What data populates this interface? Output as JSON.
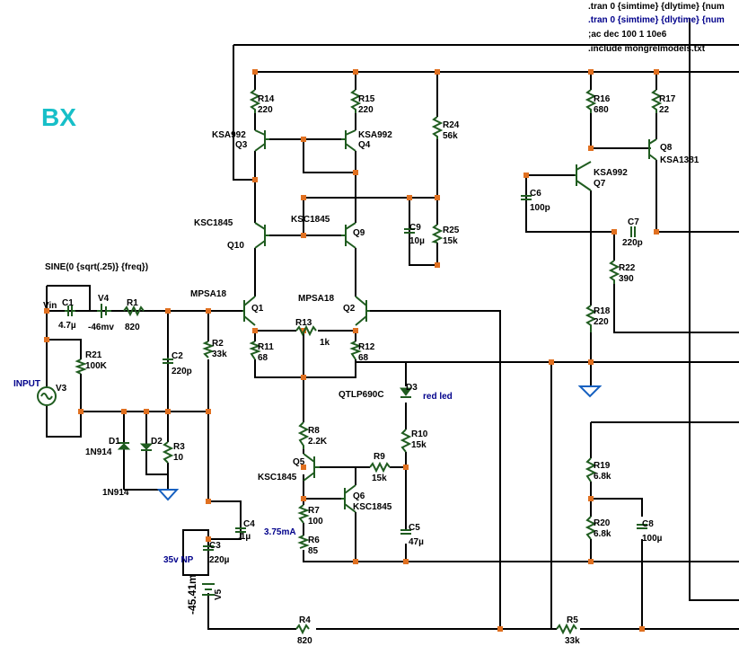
{
  "directives": [
    {
      "text": ".tran 0 {simtime} {dlytime} {num",
      "color": "#000000"
    },
    {
      "text": ".tran 0 {simtime} {dlytime} {num",
      "color": "#00008b"
    },
    {
      "text": ";ac dec 100 1 10e6",
      "color": "#000000"
    },
    {
      "text": ".include mongrelmodels.txt",
      "color": "#000000"
    }
  ],
  "title": "BX",
  "source_spec": "SINE(0 {sqrt(.25)} {freq})",
  "net_labels": {
    "vin": "Vin",
    "input": "INPUT"
  },
  "annotations": {
    "current": "3.75mA",
    "cap_note": "35v NP",
    "led_note": "red led"
  },
  "components": {
    "R14": {
      "name": "R14",
      "value": "220"
    },
    "R15": {
      "name": "R15",
      "value": "220"
    },
    "R16": {
      "name": "R16",
      "value": "680"
    },
    "R17": {
      "name": "R17",
      "value": "22"
    },
    "R24": {
      "name": "R24",
      "value": "56k"
    },
    "R25": {
      "name": "R25",
      "value": "15k"
    },
    "R22": {
      "name": "R22",
      "value": "390"
    },
    "R18": {
      "name": "R18",
      "value": "220"
    },
    "R1": {
      "name": "R1",
      "value": "820"
    },
    "R21": {
      "name": "R21",
      "value": "100K"
    },
    "R2": {
      "name": "R2",
      "value": "33k"
    },
    "R3": {
      "name": "R3",
      "value": "10"
    },
    "R11": {
      "name": "R11",
      "value": "68"
    },
    "R12": {
      "name": "R12",
      "value": "68"
    },
    "R13": {
      "name": "R13",
      "value": "1k"
    },
    "R8": {
      "name": "R8",
      "value": "2.2K"
    },
    "R9": {
      "name": "R9",
      "value": "15k"
    },
    "R10": {
      "name": "R10",
      "value": "15k"
    },
    "R7": {
      "name": "R7",
      "value": "100"
    },
    "R6": {
      "name": "R6",
      "value": "85"
    },
    "R19": {
      "name": "R19",
      "value": "6.8k"
    },
    "R20": {
      "name": "R20",
      "value": "6.8k"
    },
    "R4": {
      "name": "R4",
      "value": "820"
    },
    "R5": {
      "name": "R5",
      "value": "33k"
    },
    "C1": {
      "name": "C1",
      "value": "4.7µ"
    },
    "C2": {
      "name": "C2",
      "value": "220p"
    },
    "C3": {
      "name": "C3",
      "value": "220µ"
    },
    "C4": {
      "name": "C4",
      "value": ".1µ"
    },
    "C5": {
      "name": "C5",
      "value": "47µ"
    },
    "C6": {
      "name": "C6",
      "value": "100p"
    },
    "C7": {
      "name": "C7",
      "value": "220p"
    },
    "C8": {
      "name": "C8",
      "value": "100µ"
    },
    "C9": {
      "name": "C9",
      "value": "10µ"
    },
    "V3": {
      "name": "V3"
    },
    "V4": {
      "name": "V4",
      "value": "-46mv"
    },
    "V5": {
      "name": "V5",
      "value": "-45.41m"
    },
    "D1": {
      "name": "D1",
      "value": "1N914"
    },
    "D2": {
      "name": "D2",
      "value": "1N914"
    },
    "D3": {
      "name": "D3",
      "value": "QTLP690C"
    },
    "Q1": {
      "name": "Q1",
      "model": "MPSA18"
    },
    "Q2": {
      "name": "Q2",
      "model": "MPSA18"
    },
    "Q3": {
      "name": "Q3",
      "model": "KSA992"
    },
    "Q4": {
      "name": "Q4",
      "model": "KSA992"
    },
    "Q5": {
      "name": "Q5",
      "model": "KSC1845"
    },
    "Q6": {
      "name": "Q6",
      "model": "KSC1845"
    },
    "Q7": {
      "name": "Q7",
      "model": "KSA992"
    },
    "Q8": {
      "name": "Q8",
      "model": "KSA1381"
    },
    "Q9": {
      "name": "Q9",
      "model": "KSC1845"
    },
    "Q10": {
      "name": "Q10",
      "model": "KSC1845"
    }
  }
}
